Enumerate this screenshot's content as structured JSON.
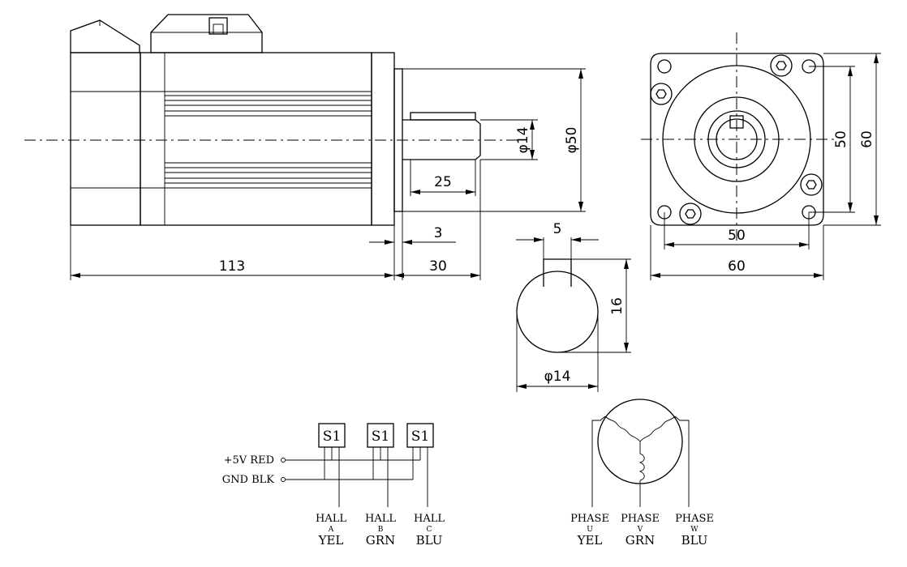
{
  "dimensions": {
    "body_length": "113",
    "flange_to_shaft_end": "30",
    "flange_thickness": "3",
    "key_length": "25",
    "shaft_diameter": "φ14",
    "pilot_diameter": "φ50",
    "key_width": "5",
    "shaft_key_height": "16",
    "section_diameter": "φ14",
    "hole_spacing_h": "50",
    "flange_width": "60",
    "hole_spacing_v": "50",
    "flange_height": "60"
  },
  "hall_wiring": {
    "sensor_label": "S1",
    "power_label": "+5V  RED",
    "ground_label": "GND  BLK",
    "sensors": [
      {
        "name": "HALL",
        "sub": "A",
        "color": "YEL"
      },
      {
        "name": "HALL",
        "sub": "B",
        "color": "GRN"
      },
      {
        "name": "HALL",
        "sub": "C",
        "color": "BLU"
      }
    ]
  },
  "phase_wiring": {
    "phases": [
      {
        "name": "PHASE",
        "sub": "U",
        "color": "YEL"
      },
      {
        "name": "PHASE",
        "sub": "V",
        "color": "GRN"
      },
      {
        "name": "PHASE",
        "sub": "W",
        "color": "BLU"
      }
    ]
  }
}
